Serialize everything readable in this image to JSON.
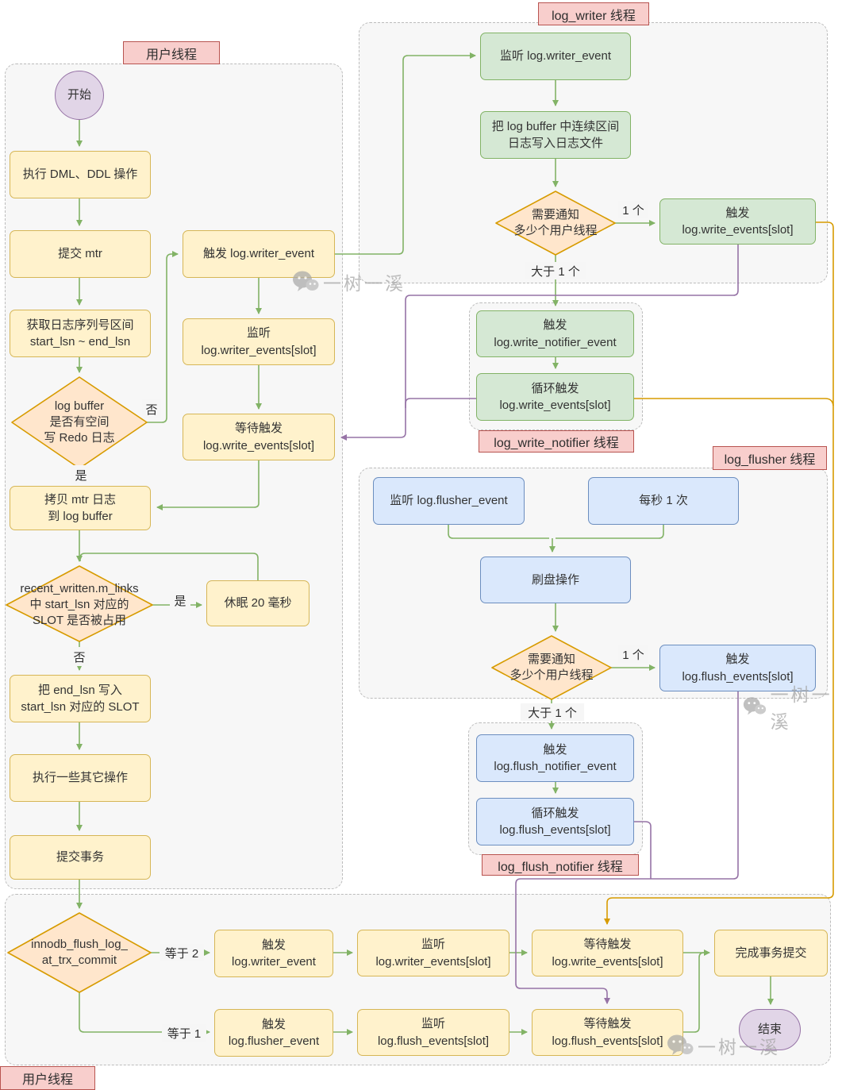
{
  "containers": {
    "user_top": "用户线程",
    "log_writer": "log_writer 线程",
    "log_write_notifier": "log_write_notifier 线程",
    "log_flusher": "log_flusher 线程",
    "log_flush_notifier": "log_flush_notifier 线程",
    "user_bottom": "用户线程"
  },
  "nodes": {
    "start": "开始",
    "exec_dml": "执行 DML、DDL 操作",
    "commit_mtr": "提交 mtr",
    "get_lsn": "获取日志序列号区间\nstart_lsn ~ end_lsn",
    "buf_space_q": "log buffer\n是否有空间\n写 Redo 日志",
    "copy_mtr": "拷贝 mtr 日志\n到 log buffer",
    "slot_used_q": "recent_written.m_links\n中 start_lsn 对应的\nSLOT 是否被占用",
    "sleep_20ms": "休眠 20 毫秒",
    "write_end_lsn": "把 end_lsn 写入\nstart_lsn 对应的 SLOT",
    "do_other_ops": "执行一些其它操作",
    "commit_trx": "提交事务",
    "trigger_writer_event_inline": "触发 log.writer_event",
    "listen_writer_events_slot": "监听\nlog.writer_events[slot]",
    "wait_write_events_slot": "等待触发\nlog.write_events[slot]",
    "listen_writer_event": "监听 log.writer_event",
    "write_logfile": "把 log buffer 中连续区间\n日志写入日志文件",
    "notify_q": "需要通知\n多少个用户线程",
    "trigger_write_events_slot": "触发\nlog.write_events[slot]",
    "trigger_write_notifier_event": "触发\nlog.write_notifier_event",
    "loop_trigger_write_events_slot": "循环触发\nlog.write_events[slot]",
    "listen_flusher_event": "监听 log.flusher_event",
    "every_second": "每秒 1 次",
    "flush_disk": "刷盘操作",
    "trigger_flush_events_slot": "触发\nlog.flush_events[slot]",
    "trigger_flush_notifier_event": "触发\nlog.flush_notifier_event",
    "loop_trigger_flush_events_slot": "循环触发\nlog.flush_events[slot]",
    "innodb_q": "innodb_flush_log_\nat_trx_commit",
    "trigger_writer_event": "触发\nlog.writer_event",
    "trigger_flusher_event": "触发\nlog.flusher_event",
    "listen_flush_events_slot": "监听\nlog.flush_events[slot]",
    "wait_flush_events_slot": "等待触发\nlog.flush_events[slot]",
    "complete_commit": "完成事务提交",
    "end": "结束"
  },
  "edge_labels": {
    "yes": "是",
    "no": "否",
    "one": "1 个",
    "gt_one": "大于 1 个",
    "eq_2": "等于 2",
    "eq_1": "等于 1"
  },
  "watermark": "一树一溪",
  "colors": {
    "yellow_fill": "#fff2cc",
    "yellow_border": "#d6b656",
    "green_fill": "#d5e8d4",
    "green_border": "#82b366",
    "blue_fill": "#dae8fc",
    "blue_border": "#6c8ebf",
    "diamond_fill": "#ffe6cc",
    "diamond_border": "#d79b00",
    "purple_fill": "#e1d5e7",
    "purple_border": "#9673a6",
    "pink_fill": "#f8cecc",
    "pink_border": "#b85450",
    "edge_green": "#82b366",
    "edge_purple": "#9673a6",
    "edge_orange": "#d79b00"
  }
}
